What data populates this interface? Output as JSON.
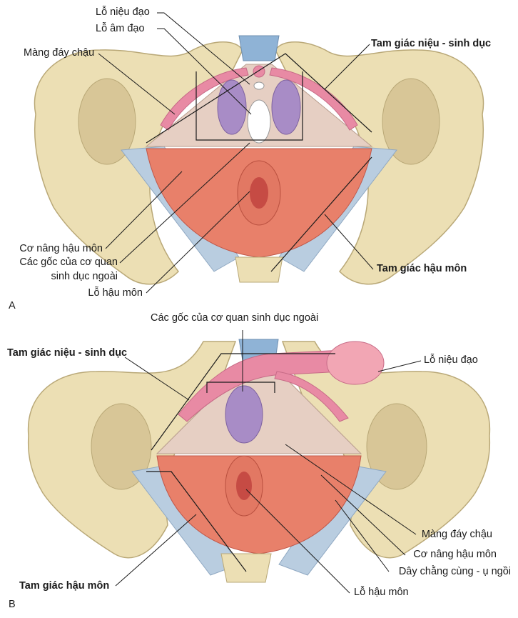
{
  "panel_a": {
    "panel_letter": "A",
    "labels": {
      "urethral_opening": "Lỗ niệu đạo",
      "vaginal_opening": "Lỗ âm đạo",
      "perineal_membrane": "Màng đáy chậu",
      "urogenital_triangle": "Tam giác niệu - sinh dục",
      "levator_ani": "Cơ nâng hậu môn",
      "roots_line1": "Các gốc của cơ quan",
      "roots_line2": "sinh dục ngoài",
      "anal_opening": "Lỗ hậu môn",
      "anal_triangle": "Tam giác hậu môn"
    }
  },
  "panel_b": {
    "panel_letter": "B",
    "labels": {
      "roots_external_genitalia": "Các gốc của cơ quan sinh dục ngoài",
      "urogenital_triangle": "Tam giác niệu - sinh dục",
      "urethral_opening": "Lỗ niệu đạo",
      "perineal_membrane": "Màng đáy chậu",
      "levator_ani": "Cơ nâng hậu môn",
      "sacrococcygeal_ligament": "Dây chằng cùng - ụ ngồi",
      "anal_triangle": "Tam giác hậu môn",
      "anal_opening": "Lỗ hậu môn"
    }
  },
  "colors": {
    "bone": "#ecdfb4",
    "bone_shadow": "#c9b789",
    "muscle": "#e8806a",
    "muscle_dark": "#d0604c",
    "membrane": "#e6cfc3",
    "pink": "#e88aa4",
    "purple": "#a88cc6",
    "ligament": "#b9cde0",
    "line": "#1a1a1a"
  }
}
